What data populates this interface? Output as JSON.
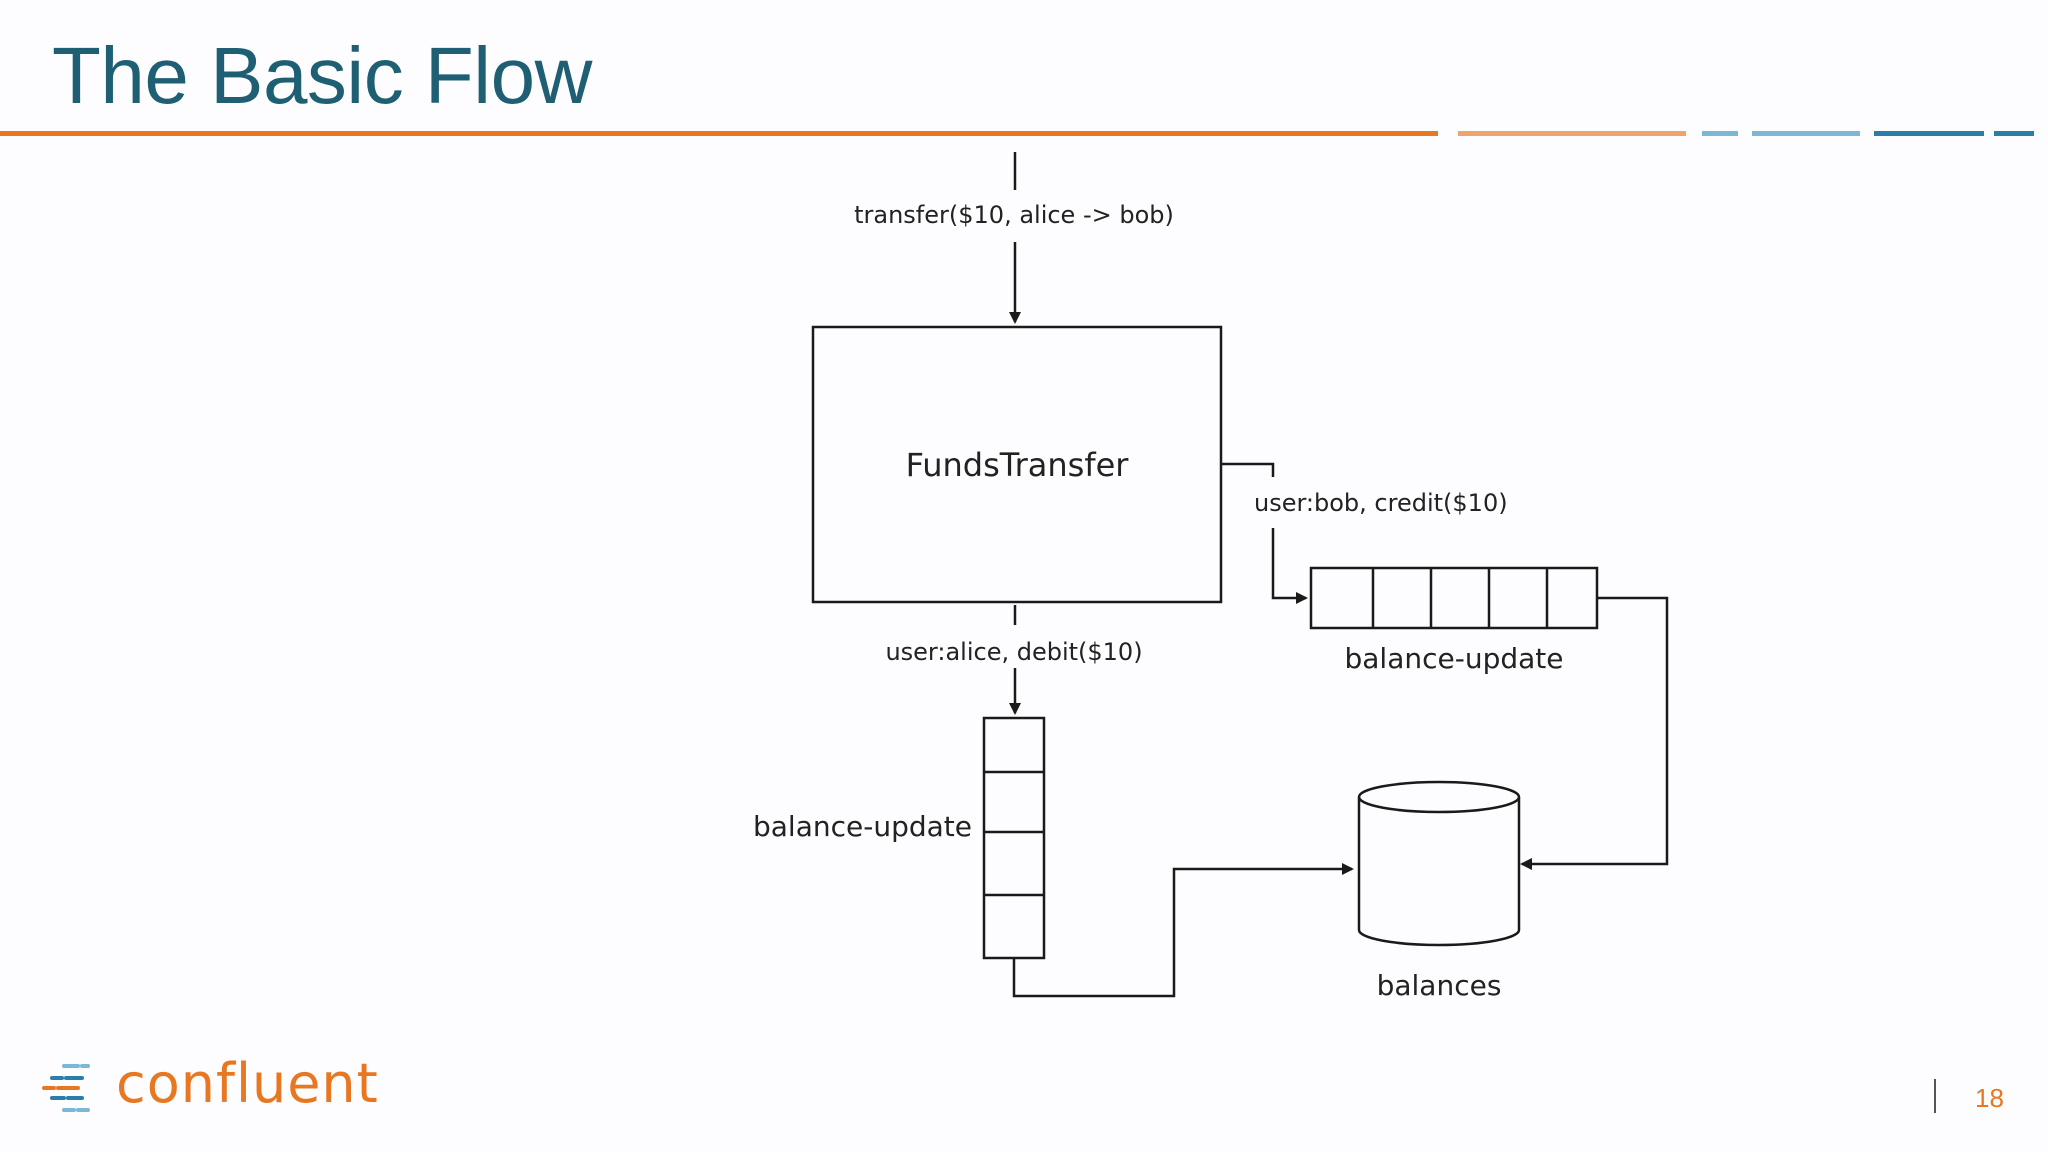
{
  "slide": {
    "title": "The Basic Flow",
    "page_number": "18",
    "logo_text": "confluent"
  },
  "colors": {
    "title": "#1f5f73",
    "accent_orange": "#e87722",
    "accent_blue_light": "#7ab8d6",
    "accent_blue_dark": "#2a7fa8",
    "line": "#1a1a1a"
  },
  "diagram": {
    "input_label": "transfer($10, alice -> bob)",
    "processor_label": "FundsTransfer",
    "credit_label": "user:bob, credit($10)",
    "debit_label": "user:alice, debit($10)",
    "topic_horizontal_label": "balance-update",
    "topic_vertical_label": "balance-update",
    "store_label": "balances"
  }
}
